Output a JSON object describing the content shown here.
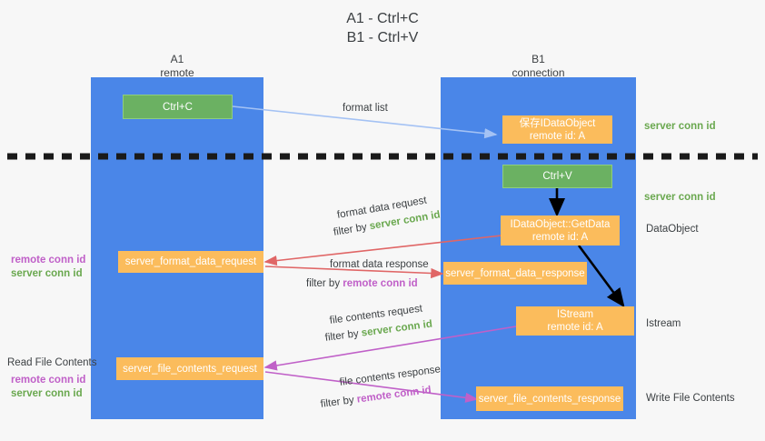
{
  "title": "A1 - Ctrl+C\nB1 - Ctrl+V",
  "lanes": [
    {
      "name": "A1",
      "sub": "remote"
    },
    {
      "name": "B1",
      "sub": "connection"
    }
  ],
  "boxes": {
    "ctrl_c": "Ctrl+C",
    "ctrl_v": "Ctrl+V",
    "save_dataobject_l1": "保存IDataObject",
    "save_dataobject_l2": "remote id: A",
    "getdata_l1": "IDataObject::GetData",
    "getdata_l2": "remote id: A",
    "istream_l1": "IStream",
    "istream_l2": "remote id: A",
    "server_format_data_request": "server_format_data_request",
    "server_format_data_response": "server_format_data_response",
    "server_file_contents_request": "server_file_contents_request",
    "server_file_contents_response": "server_file_contents_response"
  },
  "edge_labels": {
    "format_list": "format list",
    "format_data_request": "format data request",
    "format_data_request_filter_prefix": "filter by ",
    "format_data_request_filter_value": "server conn id",
    "format_data_response": "format data response",
    "format_data_response_filter_prefix": "filter by ",
    "format_data_response_filter_value": "remote conn id",
    "file_contents_request": "file contents request",
    "file_contents_request_filter_prefix": "filter by ",
    "file_contents_request_filter_value": "server conn id",
    "file_contents_response": "file contents response",
    "file_contents_response_filter_prefix": "filter by ",
    "file_contents_response_filter_value": "remote conn id"
  },
  "right_labels": {
    "server_conn_id_1": "server conn id",
    "server_conn_id_2": "server conn id",
    "dataobject": "DataObject",
    "istream": "Istream",
    "write_file_contents": "Write File Contents"
  },
  "left_labels": {
    "remote_conn_id_1": "remote conn id",
    "server_conn_id_1": "server conn id",
    "read_file_contents": "Read File Contents",
    "remote_conn_id_2": "remote conn id",
    "server_conn_id_2": "server conn id"
  },
  "colors": {
    "lane": "#4a86e8",
    "green_box": "#6bb162",
    "orange_box": "#fbbc5c",
    "green_text": "#6aa84f",
    "purple_text": "#c060c8",
    "arrow_red": "#e06666",
    "arrow_purple": "#c060c8",
    "arrow_blue": "#a4c2f4",
    "arrow_black": "#000000",
    "background": "#f7f7f7"
  }
}
